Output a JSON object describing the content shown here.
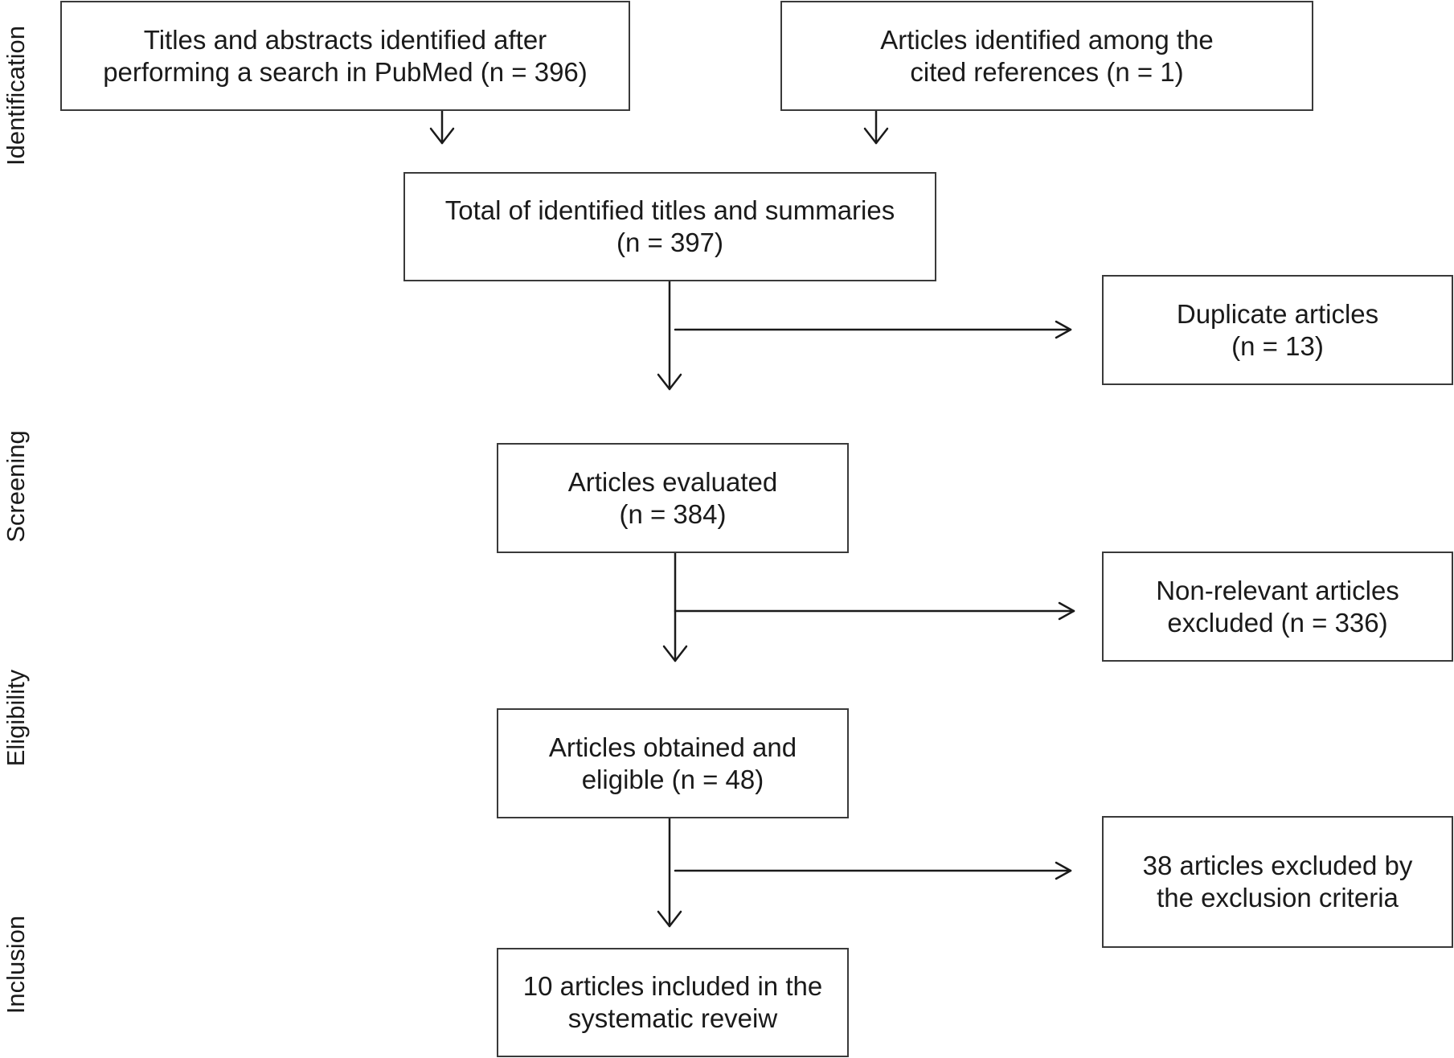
{
  "stages": [
    {
      "id": "identification",
      "label": "Identification"
    },
    {
      "id": "screening",
      "label": "Screening"
    },
    {
      "id": "eligibility",
      "label": "Eligibility"
    },
    {
      "id": "inclusion",
      "label": "Inclusion"
    }
  ],
  "boxes": {
    "pubmed_search": "Titles and abstracts identified after\nperforming a search in PubMed (n = 396)",
    "cited_references": "Articles identified among the\ncited references (n = 1)",
    "total_identified": "Total of identified titles and summaries\n(n = 397)",
    "duplicates": "Duplicate articles\n(n = 13)",
    "evaluated": "Articles evaluated\n(n = 384)",
    "non_relevant": "Non-relevant articles\nexcluded (n = 336)",
    "eligible": "Articles obtained and\neligible (n = 48)",
    "excluded_criteria": "38 articles excluded by\nthe exclusion criteria",
    "included": "10 articles included in the\nsystematic reveiw"
  },
  "colors": {
    "line": "#1a1a1a",
    "border": "#3a3a3a",
    "background": "#ffffff"
  }
}
